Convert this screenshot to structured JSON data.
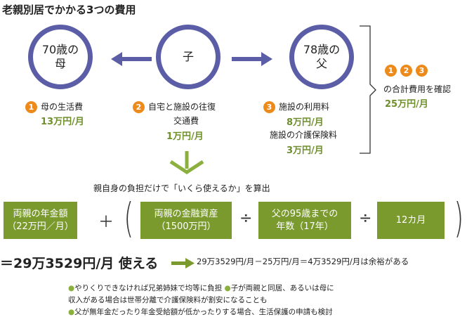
{
  "title": "老親別居でかかる3つの費用",
  "circles": {
    "mother": [
      "70歳の",
      "母"
    ],
    "child": "子",
    "father": [
      "78歳の",
      "父"
    ]
  },
  "costs": {
    "c1": {
      "num": "1",
      "label": "母の生活費",
      "amount": "13万円/月"
    },
    "c2": {
      "num": "2",
      "label": "自宅と施設の往復",
      "label2": "交通費",
      "amount": "1万円/月"
    },
    "c3": {
      "num": "3",
      "label": "施設の利用料",
      "amount": "8万円/月",
      "label2": "施設の介護保険料",
      "amount2": "3万円/月"
    }
  },
  "total": {
    "nums": [
      "1",
      "2",
      "3"
    ],
    "label": "の合計費用を確認",
    "amount": "25万円/月"
  },
  "subtitle": "親自身の負担だけで「いくら使えるか」を算出",
  "formula": {
    "box1": [
      "両親の年金額",
      "（22万円／月）"
    ],
    "plus": "＋",
    "open": "(",
    "close": ")",
    "div": "÷",
    "box2": [
      "両親の金融資産",
      "（1500万円）"
    ],
    "box3": [
      "父の95歳までの",
      "年数（17年）"
    ],
    "box4": "12カ月"
  },
  "result": {
    "main": "＝29万3529円/月 使える",
    "detail": "29万3529円/月－25万円/月＝4万3529円/月は余裕がある"
  },
  "notes": {
    "bullet": "●",
    "n1": "やりくりできなければ兄弟姉妹で均等に負担",
    "n2": "子が両親と同居、あるいは母に",
    "n2b": "収入がある場合は世帯分離で介護保険料が割安になることも",
    "n3": "父が無年金だったり年金受給額が低かったりする場合、生活保護の申請も検討"
  }
}
